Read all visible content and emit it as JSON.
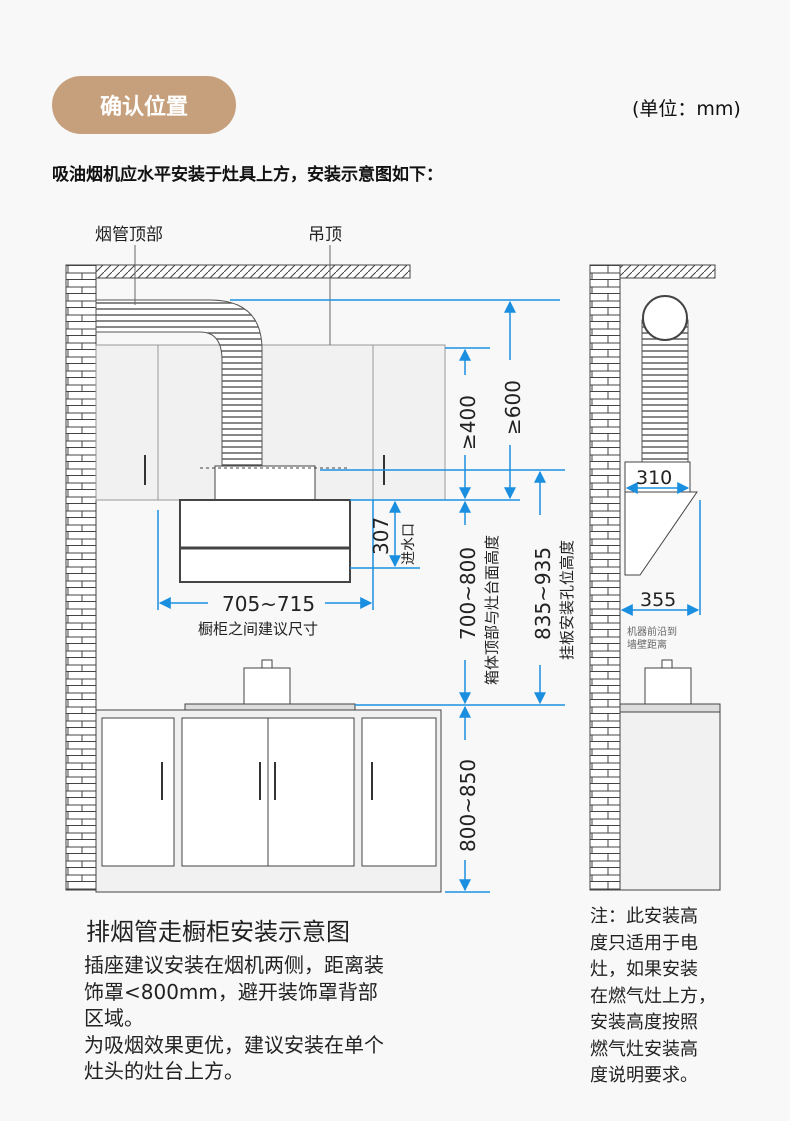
{
  "header": {
    "title": "确认位置",
    "unit": "(单位：mm)"
  },
  "intro": "吸油烟机应水平安装于灶具上方，安装示意图如下：",
  "labels": {
    "duct_top": "烟管顶部",
    "ceiling": "吊顶"
  },
  "dimensions": {
    "d400": "≥400",
    "d600": "≥600",
    "d307": "307",
    "water_inlet": "进水口",
    "d705": "705~715",
    "cabinet_gap": "橱柜之间建议尺寸",
    "d700": "700~800",
    "d700_label": "箱体顶部与灶台面高度",
    "d835": "835~935",
    "d835_label": "挂板安装孔位高度",
    "d800": "800~850",
    "d310": "310",
    "d355": "355",
    "side_label_1": "机器前沿到",
    "side_label_2": "墙壁距离"
  },
  "colors": {
    "accent": "#c6a07c",
    "dimension": "#1a8fe0"
  },
  "notes": {
    "title": "排烟管走橱柜安装示意图",
    "lines": [
      "插座建议安装在烟机两侧，距离装",
      "饰罩<800mm，避开装饰罩背部",
      "区域。",
      "为吸烟效果更优，建议安装在单个",
      "灶头的灶台上方。"
    ],
    "side": [
      "注：此安装高",
      "度只适用于电",
      "灶，如果安装",
      "在燃气灶上方，",
      "安装高度按照",
      "燃气灶安装高",
      "度说明要求。"
    ]
  }
}
